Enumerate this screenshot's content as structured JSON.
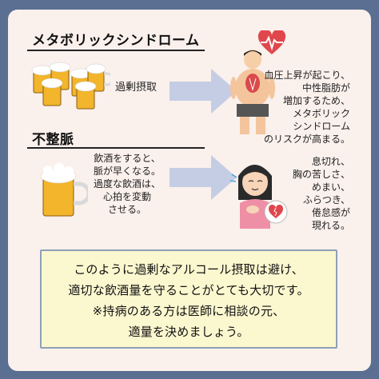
{
  "section1": {
    "title": "メタボリックシンドローム",
    "cause": "過剰摂取",
    "effect_lines": [
      "血圧上昇が起こり、",
      "中性脂肪が",
      "増加するため、",
      "メタボリック",
      "シンドローム",
      "のリスクが高まる。"
    ]
  },
  "section2": {
    "title": "不整脈",
    "cause_lines": [
      "飲酒をすると、",
      "脈が早くなる。",
      "過度な飲酒は、",
      "心拍を変動",
      "させる。"
    ],
    "effect_lines": [
      "息切れ、",
      "胸の苦しさ、",
      "めまい、",
      "ふらつき、",
      "倦怠感が",
      "現れる。"
    ]
  },
  "note": {
    "lines": [
      "このように過剰なアルコール摂取は避け、",
      "適切な飲酒量を守ることがとても大切です。",
      "※持病のある方は医師に相談の元、",
      "適量を決めましょう。"
    ]
  },
  "colors": {
    "background": "#5a6f92",
    "card": "#faf0ec",
    "arrow": "#c4cde3",
    "note_bg": "#fbf7cf",
    "note_border": "#8ea1b8",
    "heart": "#e0474c",
    "beer": "#f2b52b"
  },
  "icons": [
    "beer-mugs-icon",
    "overweight-man-icon",
    "heart-pulse-icon",
    "beer-mug-icon",
    "sick-woman-icon",
    "broken-heart-icon"
  ]
}
